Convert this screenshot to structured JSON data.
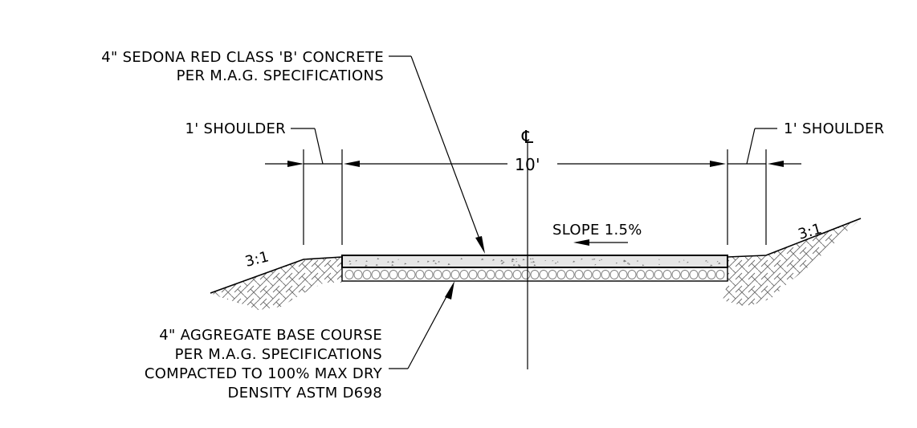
{
  "drawing": {
    "labels": {
      "concrete_line1": "4\" SEDONA RED CLASS 'B' CONCRETE",
      "concrete_line2": "PER M.A.G. SPECIFICATIONS",
      "centerline_symbol": "℄",
      "shoulder_left": "1' SHOULDER",
      "shoulder_right": "1' SHOULDER",
      "width_dim": "10'",
      "slope": "SLOPE 1.5%",
      "side_slope_left": "3:1",
      "side_slope_right": "3:1",
      "base_line1": "4\" AGGREGATE BASE COURSE",
      "base_line2": "PER M.A.G. SPECIFICATIONS",
      "base_line3": "COMPACTED TO 100% MAX DRY",
      "base_line4": "DENSITY ASTM D698"
    },
    "colors": {
      "line": "#000000",
      "concrete_fill": "#e6e6e6",
      "earth_hatch": "#6e6e6e",
      "background": "#ffffff"
    }
  }
}
